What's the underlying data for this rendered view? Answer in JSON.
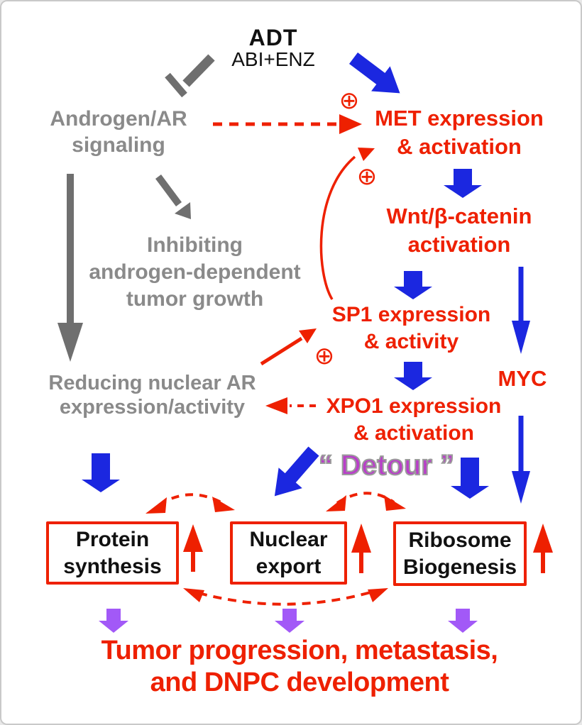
{
  "diagram": {
    "adt": {
      "title": "ADT",
      "subtitle": "ABI+ENZ"
    },
    "androgen_ar": {
      "line1": "Androgen/AR",
      "line2": "signaling"
    },
    "inhibiting": {
      "line1": "Inhibiting",
      "line2": "androgen-dependent",
      "line3": "tumor growth"
    },
    "met": {
      "line1": "MET expression",
      "line2": "& activation"
    },
    "wnt": {
      "line1": "Wnt/β-catenin",
      "line2": "activation"
    },
    "sp1": {
      "line1": "SP1 expression",
      "line2": "& activity"
    },
    "myc": {
      "label": "MYC"
    },
    "xpo1": {
      "line1": "XPO1 expression",
      "line2": "& activation"
    },
    "reducing_ar": {
      "line1": "Reducing nuclear AR",
      "line2": "expression/activity"
    },
    "detour": {
      "label": "“ Detour ”"
    },
    "boxes": {
      "protein": {
        "line1": "Protein",
        "line2": "synthesis"
      },
      "nuclear": {
        "line1": "Nuclear",
        "line2": "export"
      },
      "ribosome": {
        "line1": "Ribosome",
        "line2": "Biogenesis"
      }
    },
    "outcome": {
      "line1": "Tumor progression, metastasis,",
      "line2": "and DNPC development"
    },
    "stimulation_symbol": "⊕",
    "colors": {
      "red": "#ee2000",
      "blue": "#1b27e0",
      "gray_text": "#8a8a8a",
      "gray_arrow": "#6f6f6f",
      "purple_arrow": "#a259f7",
      "detour_purple": "#b93ec9",
      "black": "#111111"
    },
    "edges": [
      {
        "from": "ADT (ABI+ENZ)",
        "to": "Androgen/AR signaling",
        "type": "inhibition",
        "color": "gray"
      },
      {
        "from": "ADT (ABI+ENZ)",
        "to": "MET expression & activation",
        "type": "activation",
        "color": "blue"
      },
      {
        "from": "Androgen/AR signaling",
        "to": "MET expression & activation",
        "type": "dashed stimulation",
        "sign": "⊕",
        "color": "red"
      },
      {
        "from": "Androgen/AR signaling",
        "to": "Inhibiting androgen-dependent tumor growth",
        "type": "activation",
        "color": "gray"
      },
      {
        "from": "Androgen/AR signaling",
        "to": "Reducing nuclear AR expression/activity",
        "type": "activation",
        "color": "gray"
      },
      {
        "from": "MET expression & activation",
        "to": "Wnt/β-catenin activation",
        "type": "activation",
        "color": "blue"
      },
      {
        "from": "Wnt/β-catenin activation",
        "to": "SP1 expression & activity",
        "type": "activation",
        "color": "blue"
      },
      {
        "from": "Wnt/β-catenin activation",
        "to": "MYC",
        "type": "activation",
        "color": "blue"
      },
      {
        "from": "SP1 expression & activity",
        "to": "MET expression & activation",
        "type": "curved stimulation",
        "sign": "⊕",
        "color": "red"
      },
      {
        "from": "SP1 expression & activity",
        "to": "XPO1 expression & activation",
        "type": "activation",
        "color": "blue"
      },
      {
        "from": "Reducing nuclear AR expression/activity",
        "to": "SP1 expression & activity",
        "type": "stimulation",
        "sign": "⊕",
        "color": "red"
      },
      {
        "from": "XPO1 expression & activation",
        "to": "Reducing nuclear AR expression/activity",
        "type": "dashed",
        "color": "red"
      },
      {
        "from": "Reducing nuclear AR expression/activity",
        "to": "Protein synthesis",
        "type": "activation",
        "color": "blue"
      },
      {
        "from": "XPO1 expression & activation",
        "to": "Nuclear export",
        "type": "activation",
        "color": "blue"
      },
      {
        "from": "XPO1 expression & activation",
        "to": "Ribosome Biogenesis",
        "type": "activation",
        "color": "blue"
      },
      {
        "from": "MYC",
        "to": "Ribosome Biogenesis",
        "type": "activation",
        "color": "blue"
      },
      {
        "from": "Protein synthesis",
        "to": "Nuclear export",
        "type": "dashed bidirectional",
        "color": "red"
      },
      {
        "from": "Nuclear export",
        "to": "Ribosome Biogenesis",
        "type": "dashed bidirectional",
        "color": "red"
      },
      {
        "from": "Protein synthesis",
        "to": "Ribosome Biogenesis",
        "type": "dashed bidirectional",
        "color": "red"
      },
      {
        "from": "Protein synthesis",
        "to": "up-regulation",
        "type": "red up arrow",
        "color": "red"
      },
      {
        "from": "Nuclear export",
        "to": "up-regulation",
        "type": "red up arrow",
        "color": "red"
      },
      {
        "from": "Ribosome Biogenesis",
        "to": "up-regulation",
        "type": "red up arrow",
        "color": "red"
      },
      {
        "from": "Protein synthesis",
        "to": "Tumor progression, metastasis, and DNPC development",
        "type": "activation",
        "color": "purple"
      },
      {
        "from": "Nuclear export",
        "to": "Tumor progression, metastasis, and DNPC development",
        "type": "activation",
        "color": "purple"
      },
      {
        "from": "Ribosome Biogenesis",
        "to": "Tumor progression, metastasis, and DNPC development",
        "type": "activation",
        "color": "purple"
      }
    ]
  }
}
